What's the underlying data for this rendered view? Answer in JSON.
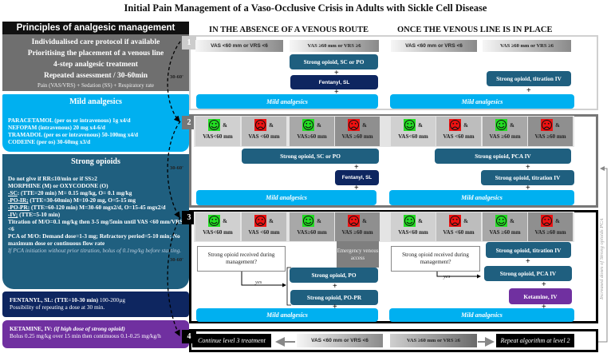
{
  "title": "Initial Pain Management of a Vaso-Occlusive Crisis in Adults with Sickle Cell Disease",
  "principles": {
    "header": "Principles of analgesic management",
    "lines": [
      "Individualised care protocol if available",
      "Prioritising the placement of a venous line",
      "4-step analgesic treatment",
      "Repeated assessment / 30-60min"
    ],
    "sub": "Pain (VAS/VRS) + Sedation (SS) + Respiratory rate"
  },
  "mild": {
    "header": "Mild analgesics",
    "items": [
      "PARACETAMOL (per os or intravenous) 1g x4/d",
      "NEFOPAM (intravenous) 20 mg x4-6/d",
      "TRAMADOL (per os or intravenous) 50-100mg x4/d",
      "CODEINE (per os) 30-60mg x3/d"
    ]
  },
  "strong": {
    "header": "Strong opioids",
    "l1": "Do not give if RR≤10/min or if SS≥2",
    "l2": "MORPHINE (M) or OXYCODONE (O)",
    "sc_k": "-SC",
    "sc_v": ": (TTE=20 min) M= 0.15 mg/kg, O= 0.1 mg/kg",
    "poir_k": "-PO-IR;",
    "poir_v": " (TTE=30-60min) M=10-20 mg, O=5-15 mg",
    "popr_k": "-PO-PR:",
    "popr_v": " (TTE=60-120 min) M=30-60 mgx2/d, O=15-45 mgx2/d",
    "iv_k": "-IV;",
    "iv_v": " (TTE=5-10 min)",
    "l3": "Titration of M/O=0.1 mg/kg then 3-5 mg/5min until VAS <60 mm/VRS <6",
    "l4": "PCA of M/O: Demand dose=1-3 mg; Refractory period=5-10 min; No maximum dose or continuous flow rate",
    "note": "If PCA initiation without prior titration, bolus of 0.1mg/kg before starting."
  },
  "fentanyl": {
    "bold": "FENTANYL, SL: (TTE=10-30 min)",
    "rest": " 100-200µg",
    "l2": "Possibility of repeating a dose at 30 min."
  },
  "ketamine": {
    "bold": "KETAMINE, IV:",
    "ital": " (if high dose of strong opioid)",
    "l2": "Bolus 0.25 mg/kg over 15 min then continuous 0.1-0.25 mg/kg/h"
  },
  "headers": {
    "left": "IN THE ABSENCE OF A VENOUS ROUTE",
    "right": "ONCE THE VENOUS LINE IS IN PLACE"
  },
  "interval": "30-60'",
  "vas_low": "VAS <60 mm or VRS <6",
  "vas_high": "VAS ≥60 mm or VRS ≥6",
  "boxes": {
    "so_scpo": "Strong opioid, SC or PO",
    "fent": "Fentanyl, SL",
    "mild": "Mild analgesics",
    "so_tit": "Strong opioid, titration IV",
    "so_pca": "Strong opioid, PCA IV",
    "so_po": "Strong opioid, PO",
    "so_popr": "Strong opioid, PO-PR",
    "ket": "Ketamine, IV",
    "emerg": "Emergency venous access",
    "question": "Strong opioid received during management?",
    "yes": "yes",
    "continue": "Continue level 3 treatment",
    "repeat": "Repeat algorithm at level 2",
    "plus": "+"
  },
  "levels": [
    "1",
    "2",
    "3",
    "4"
  ],
  "faces": [
    {
      "mood": "happy",
      "label": "VAS<60 mm"
    },
    {
      "mood": "sad",
      "label": "VAS <60 mm"
    },
    {
      "mood": "happy",
      "label": "VAS≥60 mm"
    },
    {
      "mood": "sad",
      "label": "VAS ≥60 mm"
    },
    {
      "mood": "happy",
      "label": "VAS<60 mm"
    },
    {
      "mood": "sad",
      "label": "VAS <60 mm"
    },
    {
      "mood": "happy",
      "label": "VAS ≥60 mm"
    },
    {
      "mood": "sad",
      "label": "VAS ≥60 mm"
    }
  ],
  "amp": "&",
  "side_note": "Increased doses of Strong opioids PCA",
  "colors": {
    "mild": "#00b0f0",
    "strong": "#1f5f7f",
    "fentanyl": "#0e2660",
    "ketamine": "#7030a0",
    "happy": "#22dd22",
    "sad": "#ee1111"
  }
}
